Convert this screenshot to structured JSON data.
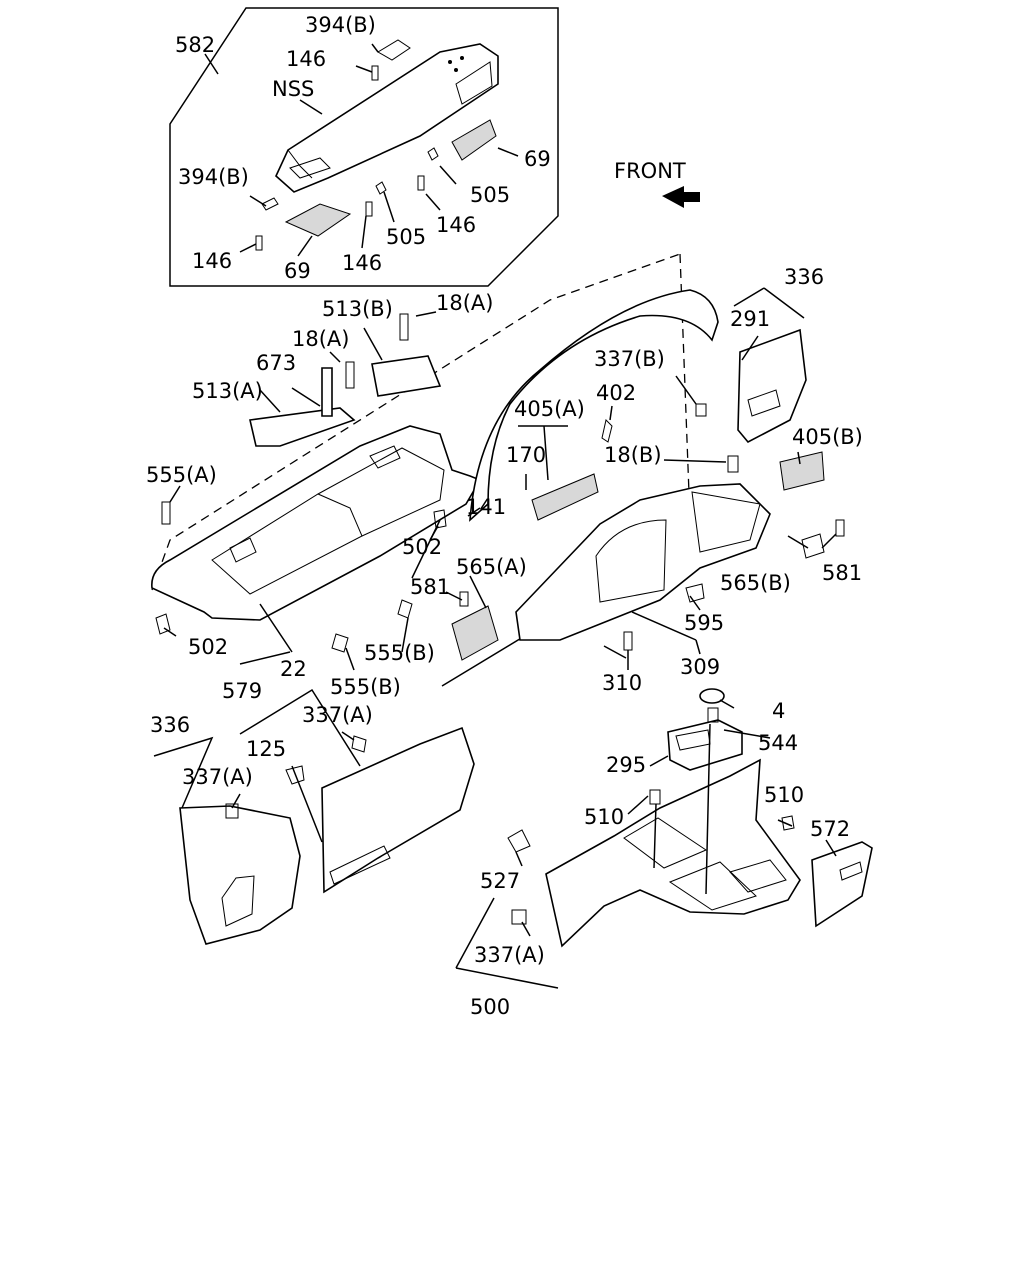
{
  "front_label": "FRONT",
  "labels": {
    "l582": "582",
    "l394b_top": "394(B)",
    "l146_top": "146",
    "l_nss": "NSS",
    "l69_right": "69",
    "l394b_left": "394(B)",
    "l505_right": "505",
    "l146_mid": "146",
    "l505_left": "505",
    "l146_left": "146",
    "l69_left": "69",
    "l146_bottom": "146",
    "l513b": "513(B)",
    "l18a_top": "18(A)",
    "l18a_mid": "18(A)",
    "l673": "673",
    "l513a": "513(A)",
    "l336_top": "336",
    "l291": "291",
    "l337b": "337(B)",
    "l402": "402",
    "l405a": "405(A)",
    "l405b": "405(B)",
    "l170": "170",
    "l18b": "18(B)",
    "l555a": "555(A)",
    "l141": "141",
    "l502_mid": "502",
    "l565a": "565(A)",
    "l581_mid": "581",
    "l565b": "565(B)",
    "l581_right": "581",
    "l502_left": "502",
    "l555b_1": "555(B)",
    "l22": "22",
    "l555b_2": "555(B)",
    "l595": "595",
    "l309": "309",
    "l310": "310",
    "l579": "579",
    "l337a_top": "337(A)",
    "l336_left": "336",
    "l125": "125",
    "l337a_left": "337(A)",
    "l4": "4",
    "l544": "544",
    "l295": "295",
    "l510_left": "510",
    "l510_right": "510",
    "l572": "572",
    "l527": "527",
    "l337a_bottom": "337(A)",
    "l500": "500"
  }
}
